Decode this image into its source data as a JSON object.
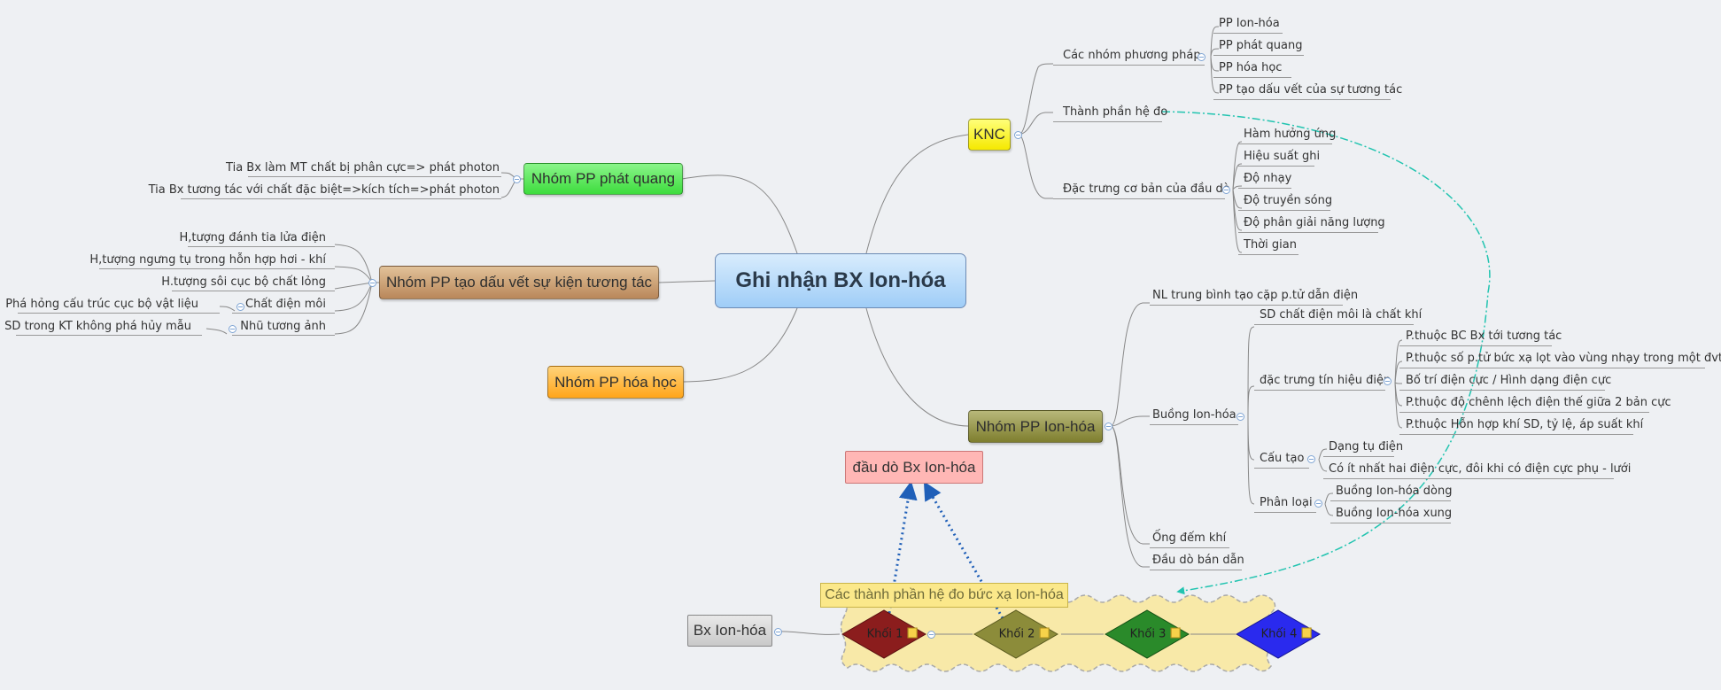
{
  "central": "Ghi nhận BX Ion-hóa",
  "left_topics": {
    "phat_quang": {
      "title": "Nhóm PP phát quang",
      "items": [
        "Tia Bx làm MT chất bị phân cực=> phát photon",
        "Tia Bx tương tác với chất đặc biệt=>kích tích=>phát photon"
      ]
    },
    "tao_dau": {
      "title": "Nhóm PP tạo dấu vết sự kiện tương tác",
      "items": [
        "H,tượng đánh tia lửa điện",
        "H,tượng ngưng tụ trong hỗn hợp hơi - khí",
        "H.tượng sôi cục bộ chất lỏng",
        "Chất điện môi",
        "Nhũ tương ảnh"
      ],
      "sub_chat_dien_moi": "Phá hỏng cấu trúc cục bộ vật liệu",
      "sub_nhu_tuong": "SD trong KT không phá hủy mẫu"
    },
    "hoa_hoc": {
      "title": "Nhóm PP hóa học"
    }
  },
  "knc": {
    "title": "KNC",
    "nhom_pp": {
      "title": "Các nhóm phương pháp",
      "items": [
        "PP Ion-hóa",
        "PP phát quang",
        "PP hóa học",
        "PP tạo dấu vết của sự tương tác"
      ]
    },
    "thanh_phan": "Thành phần hệ đo",
    "dac_trung": {
      "title": "Đặc trưng cơ bản của đầu dò",
      "items": [
        "Hàm hưởng ứng",
        "Hiệu suất ghi",
        "Độ nhạy",
        "Độ truyền sóng",
        "Độ phân giải năng lượng",
        "Thời gian"
      ]
    }
  },
  "ion_hoa": {
    "title": "Nhóm PP Ion-hóa",
    "nl": "NL trung bình tạo cặp p.tử dẫn điện",
    "buong": {
      "title": "Buồng Ion-hóa",
      "sd": "SD chất điện môi là chất khí",
      "dac_trung": {
        "title": "đặc trưng tín hiệu điện",
        "items": [
          "P.thuộc BC Bx tới tương tác",
          "P.thuộc số p.tử bức xạ lọt vào vùng nhạy trong một đvtg",
          "Bố trí điện cực / Hình dạng điện cực",
          "P.thuộc độ chênh lệch điện thế giữa 2 bản cực",
          "P.thuộc Hỗn hợp khí SD, tỷ lệ, áp suất khí"
        ]
      },
      "cau_tao": {
        "title": "Cấu tạo",
        "items": [
          "Dạng tụ điện",
          "Có ít nhất hai điện cực, đôi khi có điện cực phụ - lưới"
        ]
      },
      "phan_loai": {
        "title": "Phân loại",
        "items": [
          "Buồng Ion-hóa dòng",
          "Buồng Ion-hóa xung"
        ]
      }
    },
    "ong_dem": "Ống đếm khí",
    "dau_do_bd": "Đầu dò bán dẫn"
  },
  "floating": {
    "dau_do": "đầu dò Bx Ion-hóa",
    "bx_ion": "Bx Ion-hóa",
    "band_title": "Các thành phần hệ đo bức xạ Ion-hóa",
    "blocks": [
      "Khối 1",
      "Khối 2",
      "Khối 3",
      "Khối 4"
    ]
  },
  "colors": {
    "background": "#eef0f3",
    "central": "#9fcdf7",
    "phat_quang": "#3ddc3d",
    "tao_dau": "#b9875a",
    "hoa_hoc": "#ffa51a",
    "knc": "#f5e900",
    "ion_hoa": "#7e7e2e",
    "dau_do": "#ffb7b5",
    "relationship": "#22c4b0",
    "arrow": "#1f5fb8",
    "band": "#f8e9a8",
    "khoi1": "#8b1d1d",
    "khoi2": "#8c8c3a",
    "khoi3": "#2a8a2a",
    "khoi4": "#2a2aee"
  }
}
